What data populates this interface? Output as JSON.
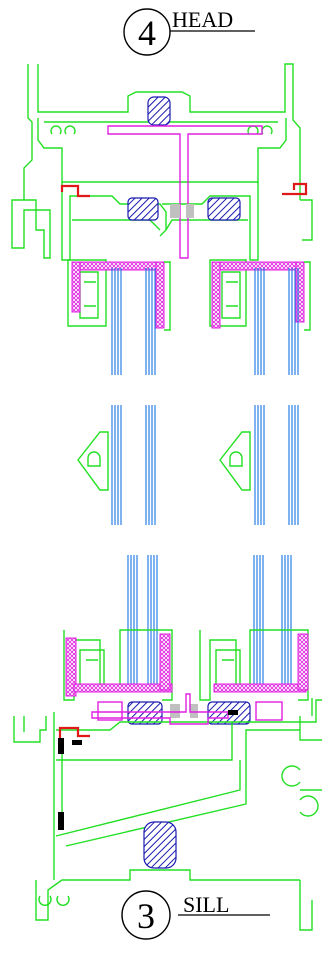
{
  "head_callout": {
    "number": "4",
    "label": "HEAD"
  },
  "sill_callout": {
    "number": "3",
    "label": "SILL"
  },
  "colors": {
    "frame": "#22e022",
    "tee_bar": "#e020e0",
    "glass": "#2a7fe6",
    "seal_hatch": "#1a1ab0",
    "weatherstrip": "#e01818",
    "spacer_pad": "#c0c0c0"
  }
}
